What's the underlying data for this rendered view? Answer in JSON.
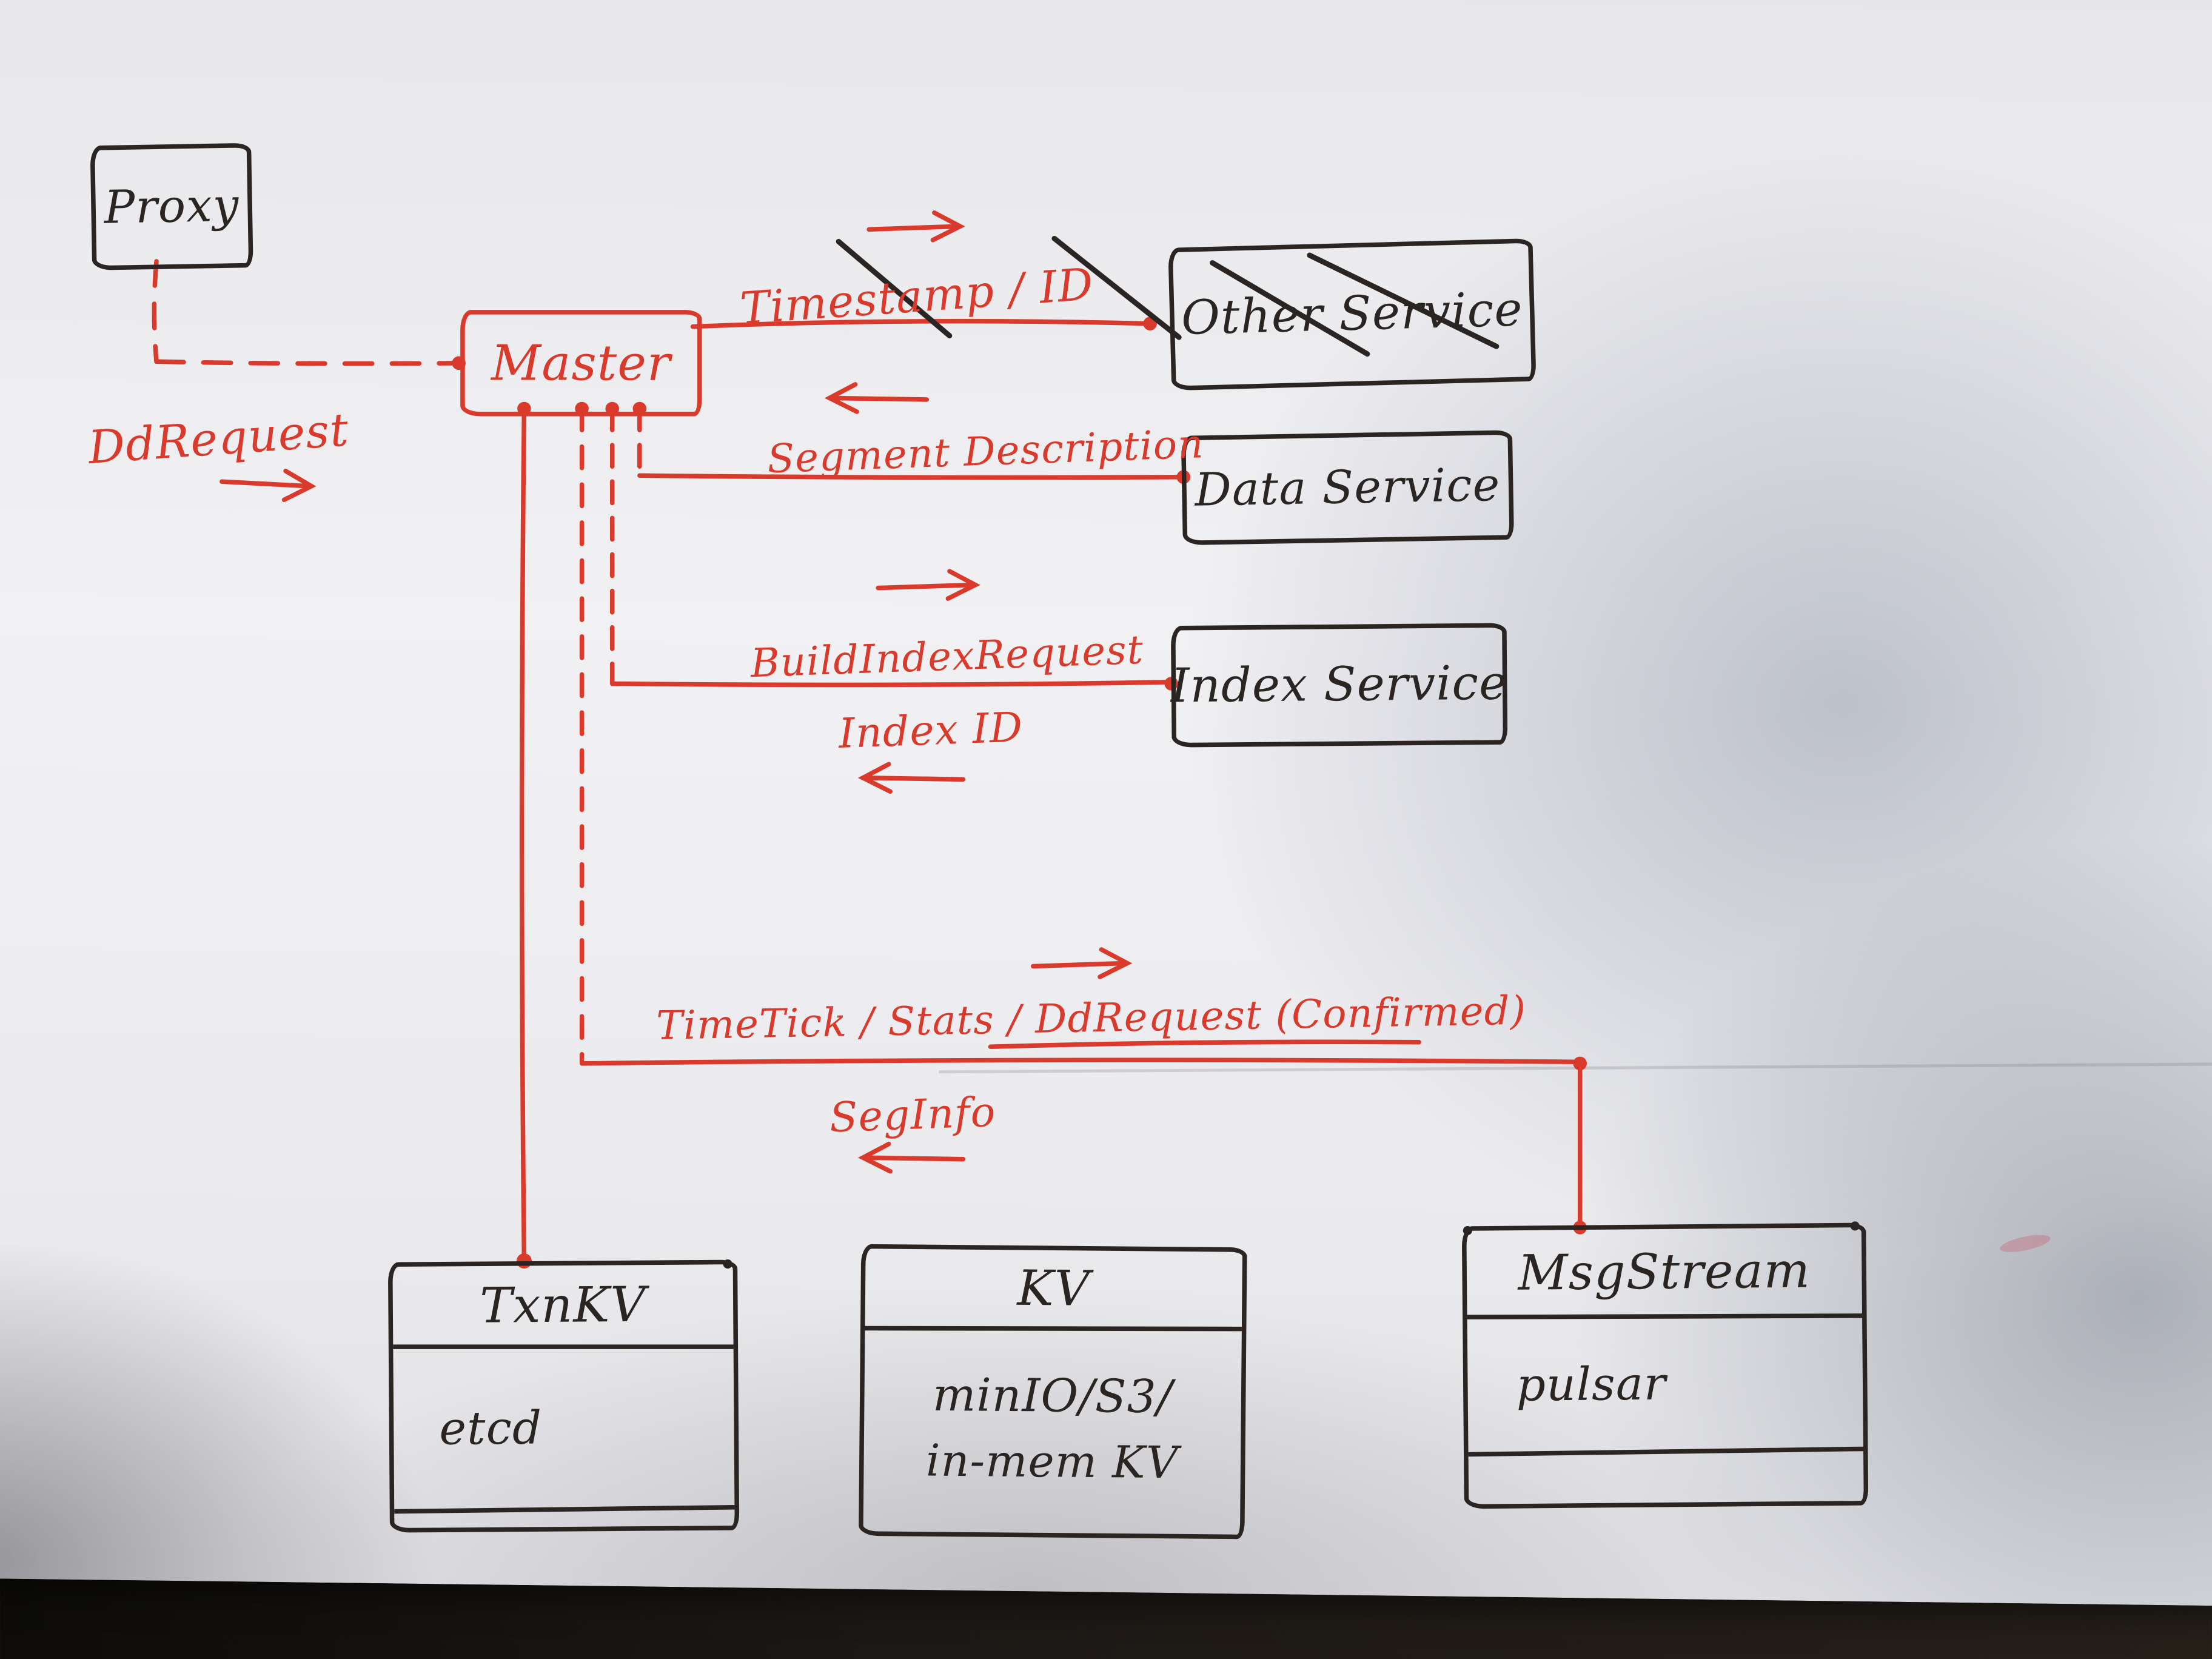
{
  "diagram": {
    "nodes": {
      "proxy": {
        "label": "Proxy"
      },
      "master": {
        "label": "Master"
      },
      "other_service": {
        "label": "Other Service"
      },
      "data_service": {
        "label": "Data Service"
      },
      "index_service": {
        "label": "Index Service"
      },
      "txn_kv": {
        "title": "TxnKV",
        "impl": "etcd"
      },
      "kv": {
        "title": "KV",
        "impl_line1": "minIO/S3/",
        "impl_line2": "in-mem KV"
      },
      "msg_stream": {
        "title": "MsgStream",
        "impl": "pulsar"
      }
    },
    "edge_labels": {
      "dd_request": "DdRequest",
      "timestamp_id": "Timestamp / ID",
      "segment_description": "Segment Description",
      "build_index_request": "BuildIndexRequest",
      "index_id": "Index ID",
      "time_tick_stats": "TimeTick / Stats / DdRequest (Confirmed)",
      "seg_info": "SegInfo"
    },
    "colors": {
      "ink": "#2a2522",
      "annotation_red": "#d93a2c",
      "paper": "#ededf0"
    }
  }
}
